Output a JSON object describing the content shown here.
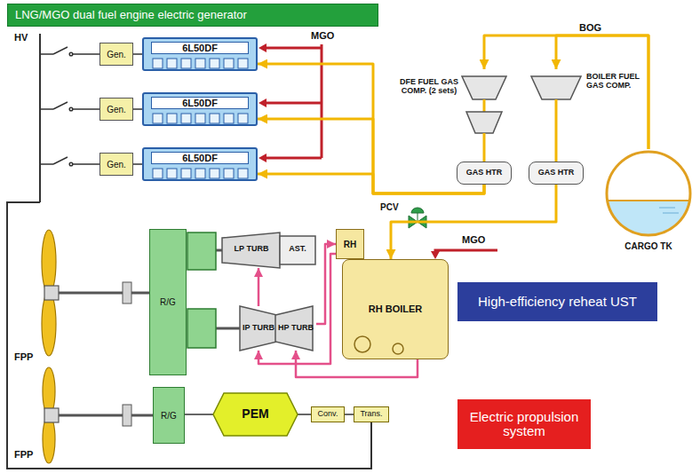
{
  "diagram": {
    "title": "LNG/MGO dual fuel engine electric generator",
    "nodes": [
      {
        "text": [
          "Gen."
        ]
      },
      {
        "text": [
          "6L50DF"
        ]
      },
      {
        "text": [
          "Gen."
        ]
      },
      {
        "text": [
          "6L50DF"
        ]
      },
      {
        "text": [
          "Gen."
        ]
      },
      {
        "text": [
          "6L50DF"
        ]
      },
      {
        "text": [
          "DFE FUEL GAS COMP. (2 sets)"
        ]
      },
      {
        "text": [
          "BOILER FUEL GAS COMP."
        ]
      },
      {
        "text": [
          "GAS HTR"
        ]
      },
      {
        "text": [
          "GAS HTR"
        ]
      },
      {
        "text": [
          "CARGO TK"
        ]
      },
      {
        "text": [
          "RH"
        ]
      },
      {
        "text": [
          "RH BOILER"
        ]
      },
      {
        "text": [
          "High-efficiency reheat UST"
        ]
      },
      {
        "text": [
          "R/G"
        ]
      },
      {
        "text": [
          "LP TURB",
          "AST."
        ]
      },
      {
        "text": [
          "IP TURB"
        ]
      },
      {
        "text": [
          "HP TURB"
        ]
      },
      {
        "text": [
          "R/G"
        ]
      },
      {
        "text": [
          "PEM"
        ]
      },
      {
        "text": [
          "Conv."
        ]
      },
      {
        "text": [
          "Trans."
        ]
      },
      {
        "text": [
          "Electric propulsion system"
        ]
      }
    ],
    "edges": [
      {
        "from": 0,
        "to": 1,
        "arrow": "none"
      },
      {
        "from": 2,
        "to": 3,
        "arrow": "none"
      },
      {
        "from": 4,
        "to": 5,
        "arrow": "none"
      },
      {
        "from": 10,
        "to": 6,
        "arrow": "to",
        "label": "BOG"
      },
      {
        "from": 10,
        "to": 7,
        "arrow": "to"
      },
      {
        "from": 6,
        "to": 8,
        "arrow": "none"
      },
      {
        "from": 7,
        "to": 9,
        "arrow": "none"
      },
      {
        "from": 8,
        "to": 1,
        "arrow": "to"
      },
      {
        "from": 8,
        "to": 3,
        "arrow": "to"
      },
      {
        "from": 8,
        "to": 5,
        "arrow": "to"
      },
      {
        "from": 9,
        "to": 12,
        "arrow": "to"
      },
      {
        "from": 12,
        "to": 17,
        "arrow": "to"
      },
      {
        "from": 17,
        "to": 11,
        "arrow": "to"
      },
      {
        "from": 11,
        "to": 16,
        "arrow": "to"
      },
      {
        "from": 16,
        "to": 15,
        "arrow": "to"
      },
      {
        "from": 18,
        "to": 19,
        "arrow": "none"
      },
      {
        "from": 19,
        "to": 20,
        "arrow": "none"
      },
      {
        "from": 20,
        "to": 21,
        "arrow": "none"
      }
    ],
    "labels": [
      "HV",
      "MGO",
      "PCV",
      "MGO",
      "FPP",
      "FPP"
    ]
  }
}
